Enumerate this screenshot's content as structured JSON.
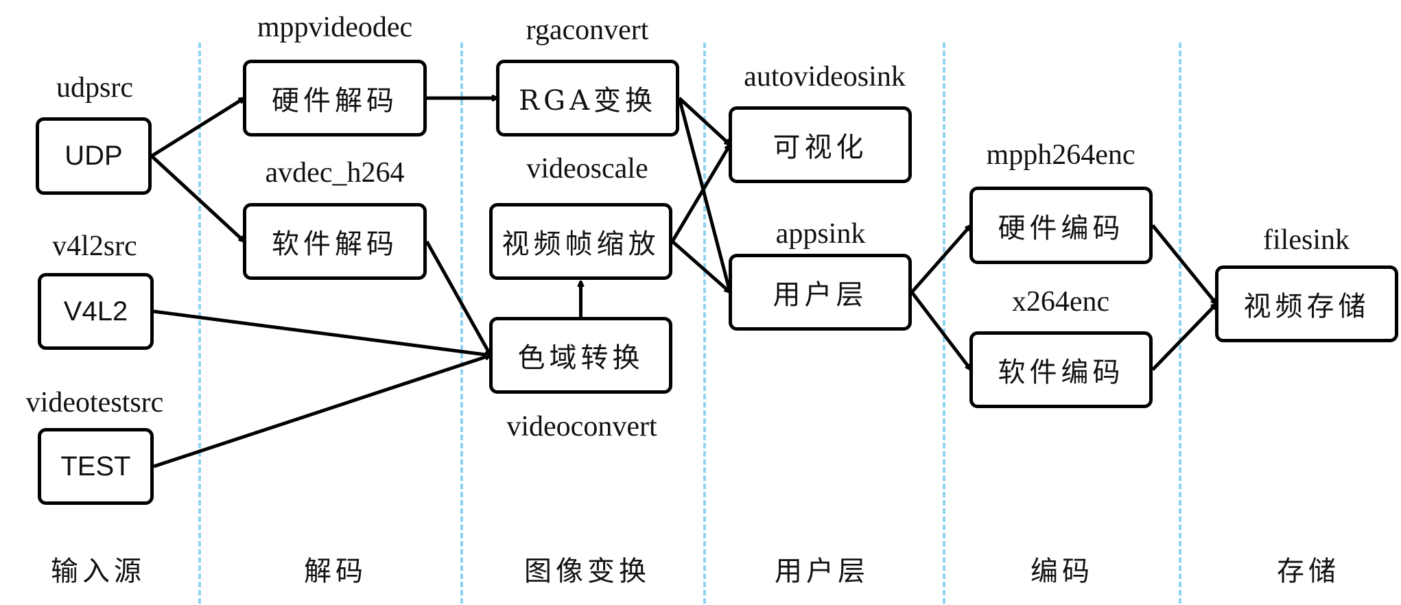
{
  "stages": [
    {
      "id": "input",
      "label": "输入源"
    },
    {
      "id": "decode",
      "label": "解码"
    },
    {
      "id": "transform",
      "label": "图像变换"
    },
    {
      "id": "user",
      "label": "用户层"
    },
    {
      "id": "encode",
      "label": "编码"
    },
    {
      "id": "storage",
      "label": "存储"
    }
  ],
  "nodes": [
    {
      "id": "udp",
      "label": "UDP",
      "plugin": "udpsrc",
      "stage": "input"
    },
    {
      "id": "v4l2",
      "label": "V4L2",
      "plugin": "v4l2src",
      "stage": "input"
    },
    {
      "id": "test",
      "label": "TEST",
      "plugin": "videotestsrc",
      "stage": "input"
    },
    {
      "id": "hwdec",
      "label": "硬件解码",
      "plugin": "mppvideodec",
      "stage": "decode"
    },
    {
      "id": "swdec",
      "label": "软件解码",
      "plugin": "avdec_h264",
      "stage": "decode"
    },
    {
      "id": "rga",
      "label": "RGA变换",
      "plugin": "rgaconvert",
      "stage": "transform"
    },
    {
      "id": "scale",
      "label": "视频帧缩放",
      "plugin": "videoscale",
      "stage": "transform"
    },
    {
      "id": "csc",
      "label": "色域转换",
      "plugin": "videoconvert",
      "stage": "transform"
    },
    {
      "id": "vis",
      "label": "可视化",
      "plugin": "autovideosink",
      "stage": "user"
    },
    {
      "id": "app",
      "label": "用户层",
      "plugin": "appsink",
      "stage": "user"
    },
    {
      "id": "hwenc",
      "label": "硬件编码",
      "plugin": "mpph264enc",
      "stage": "encode"
    },
    {
      "id": "swenc",
      "label": "软件编码",
      "plugin": "x264enc",
      "stage": "encode"
    },
    {
      "id": "store",
      "label": "视频存储",
      "plugin": "filesink",
      "stage": "storage"
    }
  ],
  "edges": [
    {
      "from": "udp",
      "to": "hwdec"
    },
    {
      "from": "udp",
      "to": "swdec"
    },
    {
      "from": "hwdec",
      "to": "rga"
    },
    {
      "from": "swdec",
      "to": "csc"
    },
    {
      "from": "v4l2",
      "to": "csc"
    },
    {
      "from": "test",
      "to": "csc"
    },
    {
      "from": "csc",
      "to": "scale"
    },
    {
      "from": "rga",
      "to": "vis"
    },
    {
      "from": "rga",
      "to": "app"
    },
    {
      "from": "scale",
      "to": "vis"
    },
    {
      "from": "scale",
      "to": "app"
    },
    {
      "from": "app",
      "to": "hwenc"
    },
    {
      "from": "app",
      "to": "swenc"
    },
    {
      "from": "hwenc",
      "to": "store"
    },
    {
      "from": "swenc",
      "to": "store"
    }
  ],
  "colors": {
    "divider": "#8fd3f2",
    "stroke": "#000000"
  }
}
